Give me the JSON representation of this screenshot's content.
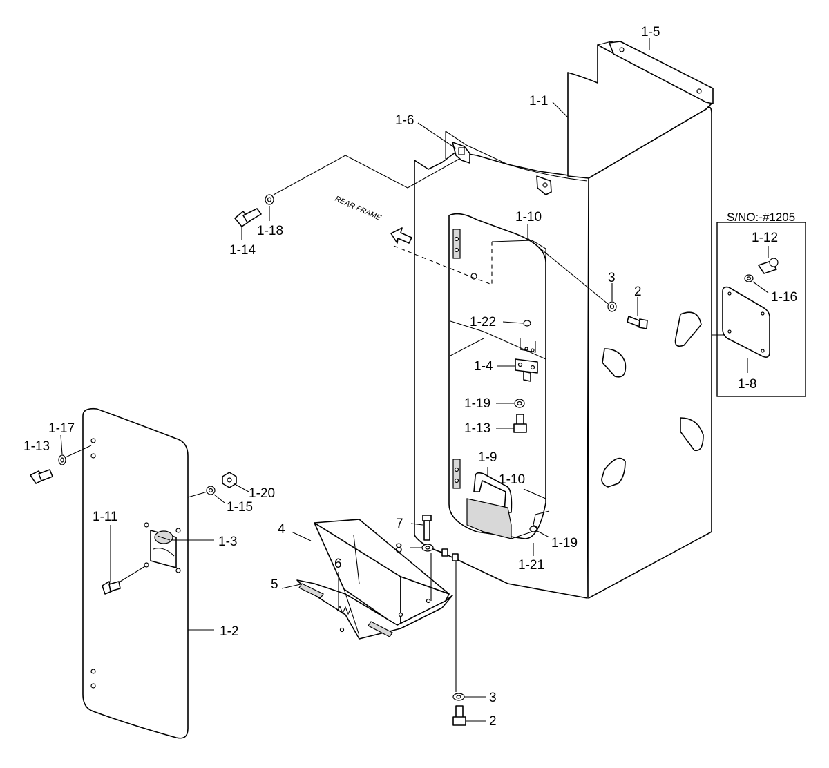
{
  "labels": {
    "l_1_5": "1-5",
    "l_1_1": "1-1",
    "l_1_6": "1-6",
    "l_1_18": "1-18",
    "l_1_14": "1-14",
    "l_1_10_top": "1-10",
    "l_3_top": "3",
    "l_2_top": "2",
    "l_1_22": "1-22",
    "l_1_4": "1-4",
    "l_1_19_a": "1-19",
    "l_1_13_mid": "1-13",
    "l_1_9": "1-9",
    "l_1_10_bot": "1-10",
    "l_1_19_b": "1-19",
    "l_1_21": "1-21",
    "l_7": "7",
    "l_8": "8",
    "l_4": "4",
    "l_5": "5",
    "l_6": "6",
    "l_3_bot": "3",
    "l_2_bot": "2",
    "l_1_17": "1-17",
    "l_1_13_left": "1-13",
    "l_1_15": "1-15",
    "l_1_20": "1-20",
    "l_1_11": "1-11",
    "l_1_3": "1-3",
    "l_1_2": "1-2",
    "l_1_12": "1-12",
    "l_1_16": "1-16",
    "l_1_8": "1-8"
  },
  "inset_title": "S/NO:-#1205",
  "rear_frame_text": "REAR FRAME"
}
